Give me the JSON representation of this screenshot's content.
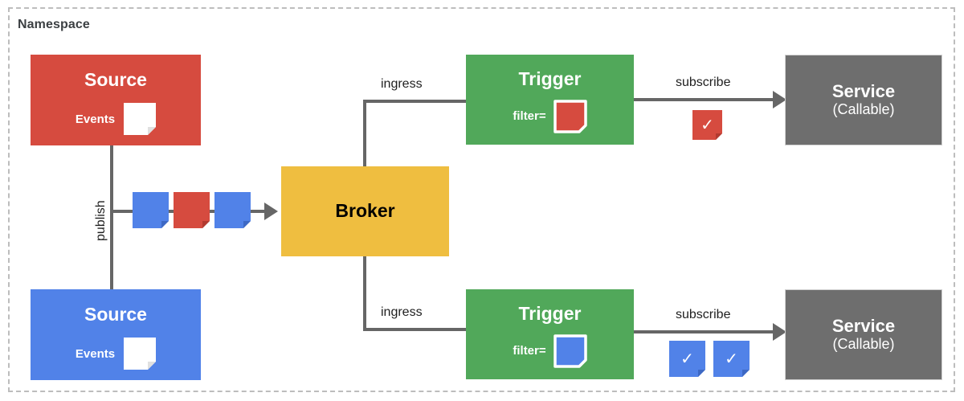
{
  "namespace": {
    "label": "Namespace"
  },
  "nodes": {
    "source_red": {
      "title": "Source",
      "events_label": "Events",
      "color": "#d64b3f",
      "card_icon": "document-icon"
    },
    "source_blue": {
      "title": "Source",
      "events_label": "Events",
      "color": "#5182e8",
      "card_icon": "document-icon"
    },
    "broker": {
      "title": "Broker",
      "color": "#efbe40"
    },
    "trigger_top": {
      "title": "Trigger",
      "filter_label": "filter=",
      "color": "#51a85a",
      "filter_card_color": "#d64b3f"
    },
    "trigger_bottom": {
      "title": "Trigger",
      "filter_label": "filter=",
      "color": "#51a85a",
      "filter_card_color": "#5182e8"
    },
    "service_top": {
      "title": "Service",
      "subtitle": "(Callable)",
      "color": "#6e6e6e"
    },
    "service_bottom": {
      "title": "Service",
      "subtitle": "(Callable)",
      "color": "#6e6e6e"
    }
  },
  "edges": {
    "publish": "publish",
    "ingress_top": "ingress",
    "ingress_bottom": "ingress",
    "subscribe_top": "subscribe",
    "subscribe_bottom": "subscribe"
  },
  "event_stream": {
    "cards": [
      {
        "color": "#5182e8",
        "icon": "event-card-icon"
      },
      {
        "color": "#d64b3f",
        "icon": "event-card-icon"
      },
      {
        "color": "#5182e8",
        "icon": "event-card-icon"
      }
    ]
  },
  "delivered_events": {
    "top": [
      {
        "color": "#d64b3f",
        "glyph": "✓",
        "icon": "check-card-icon"
      }
    ],
    "bottom": [
      {
        "color": "#5182e8",
        "glyph": "✓",
        "icon": "check-card-icon"
      },
      {
        "color": "#5182e8",
        "glyph": "✓",
        "icon": "check-card-icon"
      }
    ]
  },
  "colors": {
    "red": "#d64b3f",
    "blue": "#5182e8",
    "green": "#51a85a",
    "yellow": "#efbe40",
    "gray": "#6e6e6e",
    "line": "#666666",
    "namespace_border": "#bdbdbd"
  }
}
